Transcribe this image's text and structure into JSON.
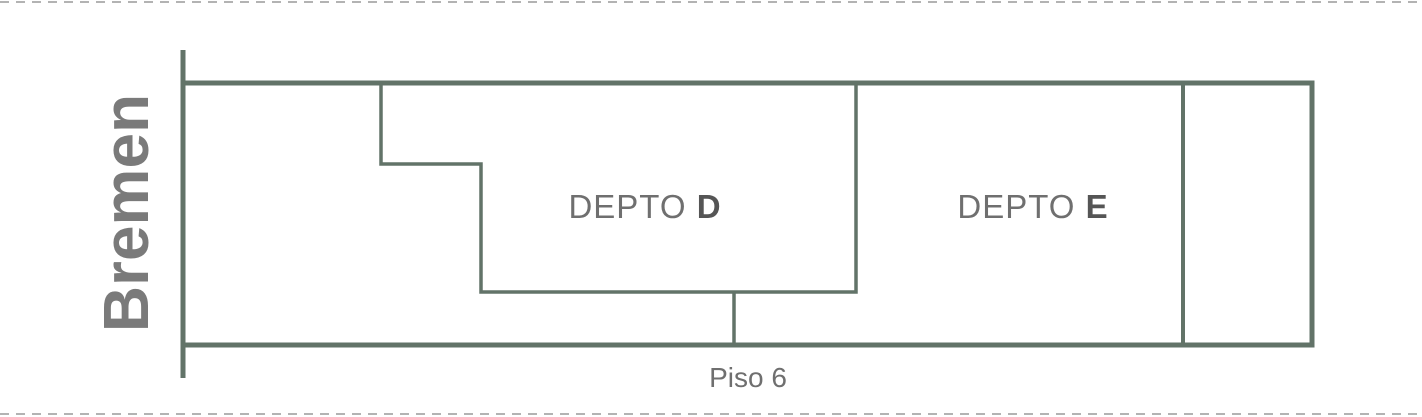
{
  "street_label": "Bremen",
  "floor_label": "Piso 6",
  "units": [
    {
      "prefix": "DEPTO ",
      "letter": "D"
    },
    {
      "prefix": "DEPTO ",
      "letter": "E"
    }
  ],
  "colors": {
    "wall": "#627368",
    "border_dash": "#9a9a9a",
    "text": "#6f6f6f"
  }
}
